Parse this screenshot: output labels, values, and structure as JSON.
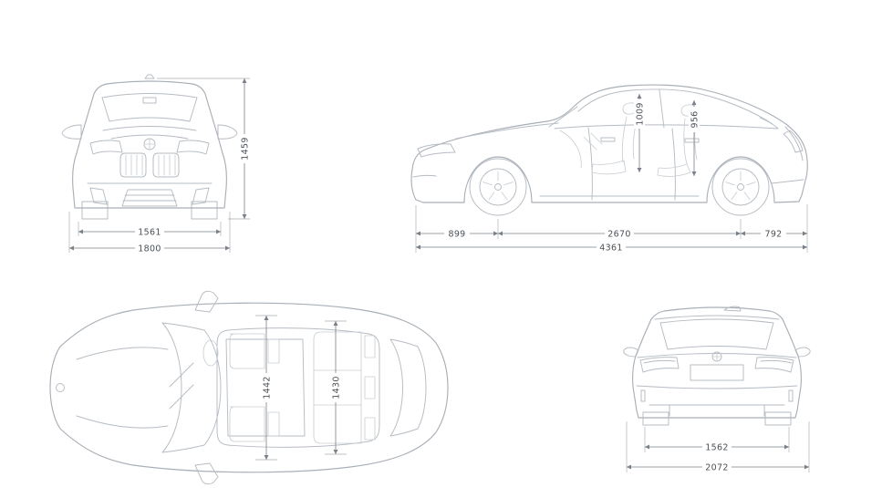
{
  "views": {
    "front": {
      "dims": {
        "track": "1561",
        "width": "1800",
        "height": "1459"
      }
    },
    "side": {
      "dims": {
        "front_overhang": "899",
        "wheelbase": "2670",
        "rear_overhang": "792",
        "length": "4361",
        "front_headroom": "1009",
        "rear_headroom": "956"
      }
    },
    "top": {
      "dims": {
        "front_interior_width": "1442",
        "rear_interior_width": "1430"
      }
    },
    "rear": {
      "dims": {
        "rear_track": "1562",
        "width_incl_mirrors": "2072"
      }
    }
  },
  "colors": {
    "car_line": "#a9afb7",
    "dimension_line": "#7a8089",
    "label_text": "#4b5157",
    "background": "#ffffff"
  }
}
